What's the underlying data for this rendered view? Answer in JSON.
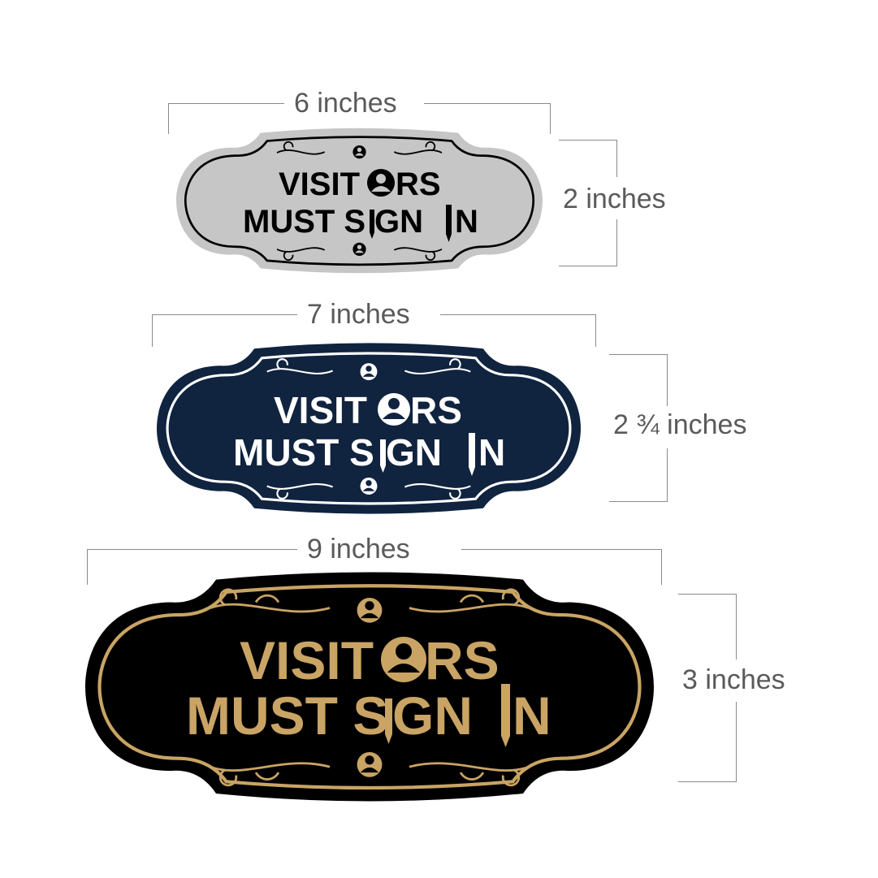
{
  "signs": [
    {
      "width_label": "6 inches",
      "height_label": "2 inches",
      "line1": "VISIT",
      "line1b": "RS",
      "line2": "MUST S",
      "line2b": "GN",
      "line2c": "N",
      "colors": {
        "outer": "#c6c6c6",
        "face": "#c6c6c6",
        "border": "#000000",
        "text": "#000000",
        "icon_fg": "#c6c6c6"
      }
    },
    {
      "width_label": "7 inches",
      "height_label": "2 ¾ inches",
      "line1": "VISIT",
      "line1b": "RS",
      "line2": "MUST S",
      "line2b": "GN",
      "line2c": "N",
      "colors": {
        "outer": "#10233f",
        "face": "#10233f",
        "border": "#ffffff",
        "text": "#ffffff",
        "icon_fg": "#10233f"
      }
    },
    {
      "width_label": "9 inches",
      "height_label": "3 inches",
      "line1": "VISIT",
      "line1b": "RS",
      "line2": "MUST S",
      "line2b": "GN",
      "line2c": "N",
      "colors": {
        "outer": "#000000",
        "face": "#000000",
        "border": "#c9a464",
        "text": "#c9a464",
        "icon_fg": "#000000"
      }
    }
  ],
  "icons": {
    "person": "person-icon",
    "pen": "pen-icon",
    "scroll": "scroll-ornament-icon"
  }
}
